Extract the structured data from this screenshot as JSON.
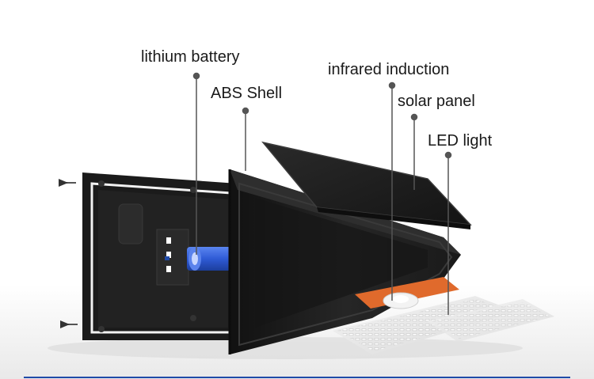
{
  "callouts": {
    "battery": {
      "label": "lithium battery"
    },
    "shell": {
      "label": "ABS Shell"
    },
    "infrared": {
      "label": "infrared induction"
    },
    "solar": {
      "label": "solar panel"
    },
    "led": {
      "label": "LED light"
    }
  },
  "colors": {
    "background": "#ffffff",
    "housing": "#1c1c1c",
    "battery": "#2f5bd6",
    "sensor_board": "#e06a2c",
    "accent_line": "#1f4aa8"
  }
}
